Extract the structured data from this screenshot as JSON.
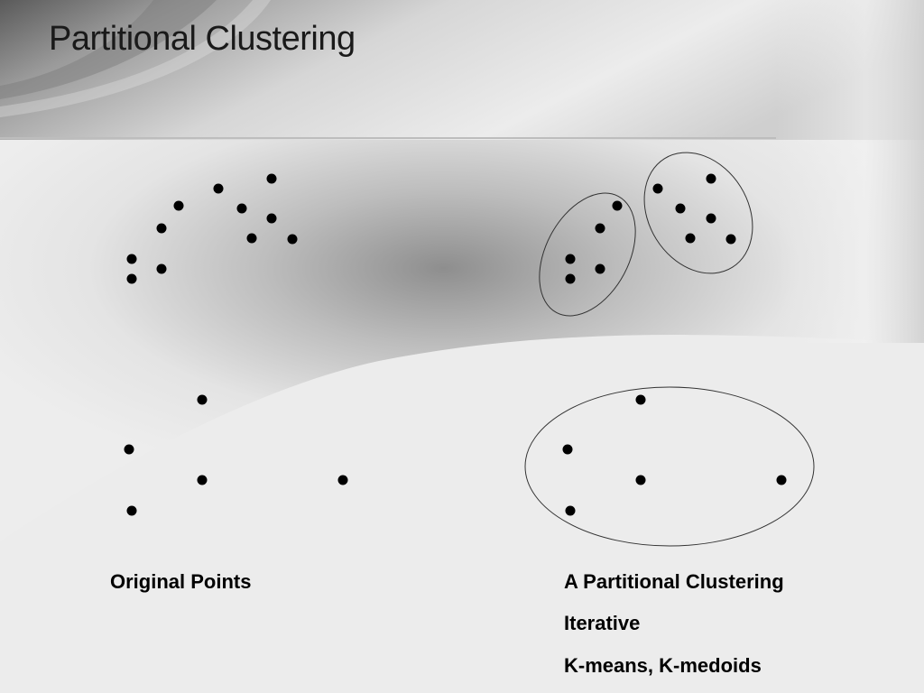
{
  "slide": {
    "title": "Partitional Clustering"
  },
  "captions": {
    "original": "Original Points",
    "clustering": "A Partitional  Clustering",
    "method": "Iterative",
    "algorithms": "K-means, K-medoids"
  },
  "colors": {
    "point": "#000000",
    "ellipse_stroke": "#333333",
    "title_text": "#1a1a1a"
  }
}
